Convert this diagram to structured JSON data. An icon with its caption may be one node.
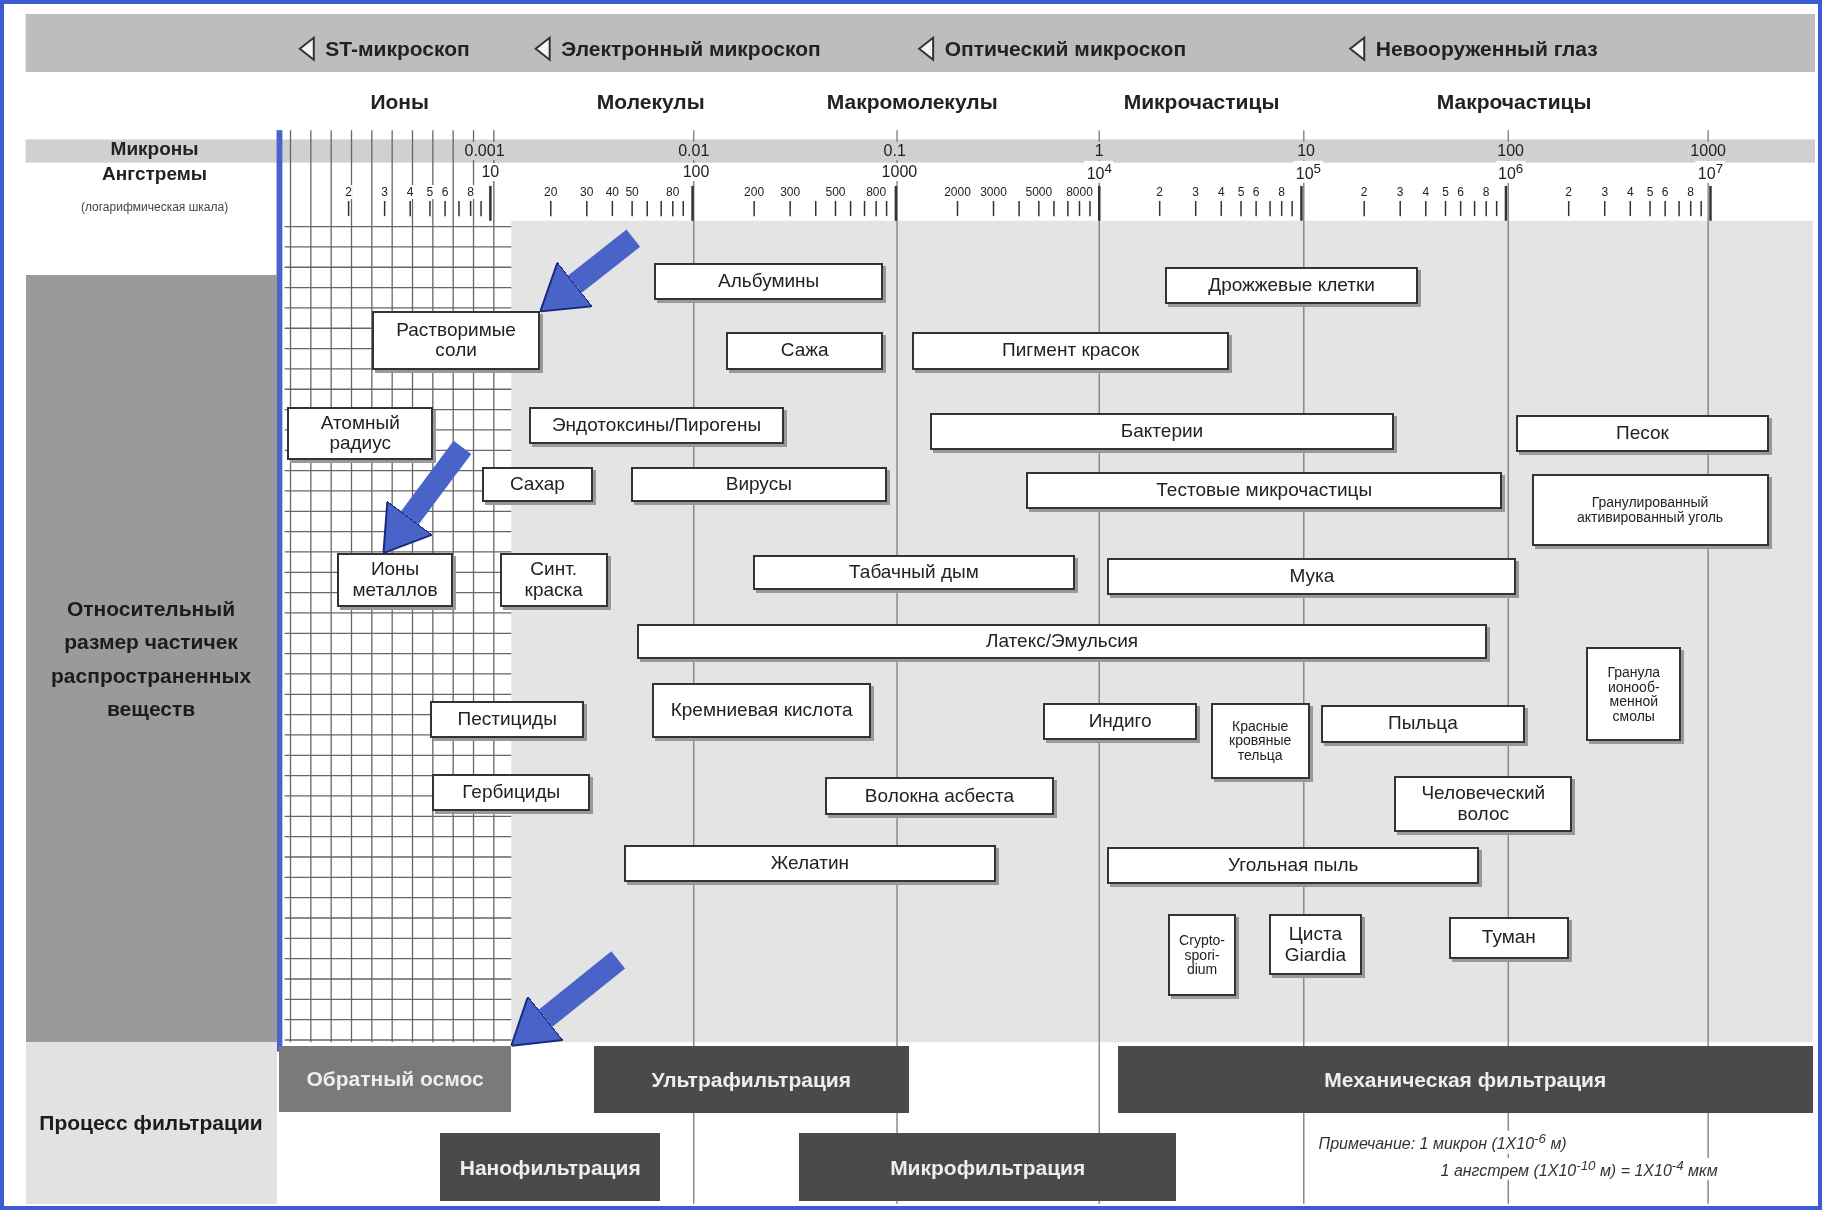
{
  "diagram": {
    "nodes": [
      {
        "text": [
          "Относительный размер частичек распространенных веществ"
        ]
      },
      {
        "text": [
          "Процесс фильтрации"
        ]
      },
      {
        "text": [
          "Альбумины"
        ]
      },
      {
        "text": [
          "Дрожжевые клетки"
        ]
      },
      {
        "text": [
          "Растворимые соли"
        ]
      },
      {
        "text": [
          "Сажа"
        ]
      },
      {
        "text": [
          "Пигмент красок"
        ]
      },
      {
        "text": [
          "Атомный радиус"
        ]
      },
      {
        "text": [
          "Эндотоксины/Пирогены"
        ]
      },
      {
        "text": [
          "Бактерии"
        ]
      },
      {
        "text": [
          "Песок"
        ]
      },
      {
        "text": [
          "Сахар"
        ]
      },
      {
        "text": [
          "Вирусы"
        ]
      },
      {
        "text": [
          "Тестовые микрочастицы"
        ]
      },
      {
        "text": [
          "Гранулированный активированный уголь"
        ]
      },
      {
        "text": [
          "Ионы металлов"
        ]
      },
      {
        "text": [
          "Синт. краска"
        ]
      },
      {
        "text": [
          "Табачный дым"
        ]
      },
      {
        "text": [
          "Мука"
        ]
      },
      {
        "text": [
          "Латекс/Эмульсия"
        ]
      },
      {
        "text": [
          "Гранула ионооб- менной смолы"
        ]
      },
      {
        "text": [
          "Пестициды"
        ]
      },
      {
        "text": [
          "Кремниевая кислота"
        ]
      },
      {
        "text": [
          "Индиго"
        ]
      },
      {
        "text": [
          "Красные кровяные тельца"
        ]
      },
      {
        "text": [
          "Пыльца"
        ]
      },
      {
        "text": [
          "Гербициды"
        ]
      },
      {
        "text": [
          "Волокна асбеста"
        ]
      },
      {
        "text": [
          "Человеческий волос"
        ]
      },
      {
        "text": [
          "Желатин"
        ]
      },
      {
        "text": [
          "Угольная пыль"
        ]
      },
      {
        "text": [
          "Crypto- spori- dium"
        ]
      },
      {
        "text": [
          "Циста Giardia"
        ]
      },
      {
        "text": [
          "Туман"
        ]
      },
      {
        "text": [
          "Обратный осмос"
        ]
      },
      {
        "text": [
          "Ультрафильтрация"
        ]
      },
      {
        "text": [
          "Механическая фильтрация"
        ]
      },
      {
        "text": [
          "Нанофильтрация"
        ]
      },
      {
        "text": [
          "Микрофильтрация"
        ]
      }
    ],
    "edges": [
      {
        "from": null,
        "to": 4,
        "arrow": "to"
      },
      {
        "from": null,
        "to": 15,
        "arrow": "to"
      },
      {
        "from": null,
        "to": 34,
        "arrow": "to"
      }
    ],
    "labels": [
      "ST-микроскоп",
      "Электронный микроскоп",
      "Оптический микроскоп",
      "Невооруженный глаз",
      "Ионы",
      "Молекулы",
      "Макромолекулы",
      "Микрочастицы",
      "Макрочастицы",
      "Микроны",
      "0.001",
      "0.01",
      "0.1",
      "1",
      "10",
      "100",
      "1000",
      "Ангстремы",
      "10",
      "100",
      "1000",
      "10$^{4}$",
      "10$^{5}$",
      "10$^{6}$",
      "10$^{7}$",
      "(логарифмическая шкала)",
      "2",
      "3",
      "4",
      "5",
      "6",
      "8",
      "20",
      "30",
      "40",
      "50",
      "80",
      "200",
      "300",
      "500",
      "800",
      "2000",
      "3000",
      "5000",
      "8000",
      "2",
      "3",
      "4",
      "5",
      "6",
      "8",
      "2",
      "3",
      "4",
      "5",
      "6",
      "8",
      "2",
      "3",
      "4",
      "5",
      "6",
      "8",
      "Примечание: 1 микрон (1X10$^{-6}$ м)",
      "1 ангстрем (1X10$^{-10}$ м) = 1X10$^{-4}$ мкм"
    ]
  }
}
